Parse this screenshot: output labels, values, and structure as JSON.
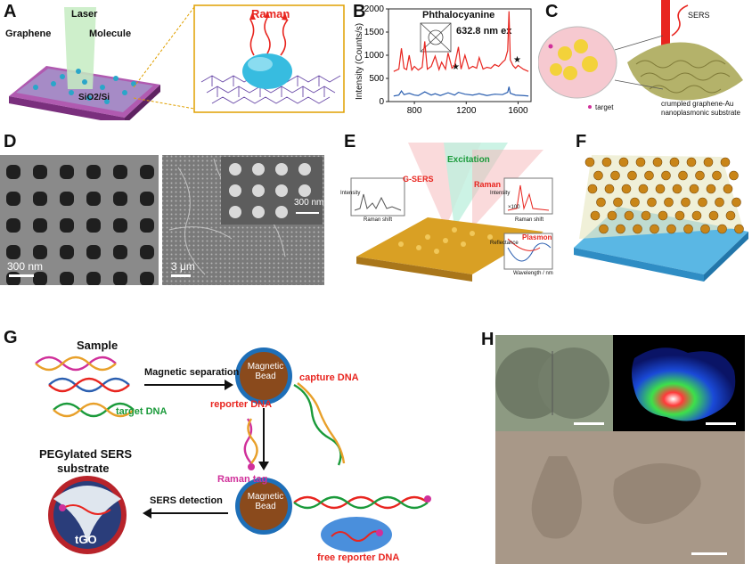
{
  "figure": {
    "panels": {
      "A": {
        "letter": "A",
        "laser": "Laser",
        "graphene": "Graphene",
        "molecule": "Molecule",
        "substrate": "SiO2/Si",
        "raman": "Raman"
      },
      "B": {
        "letter": "B",
        "compound": "Phthalocyanine",
        "excitation": "632.8 nm ex"
      },
      "C": {
        "letter": "C",
        "sers": "SERS",
        "target": "target",
        "substrate_label_1": "crumpled graphene-Au",
        "substrate_label_2": "nanoplasmonic substrate"
      },
      "D": {
        "letter": "D",
        "scale_left": "300 nm",
        "scale_right": "3 μm",
        "scale_inset": "300 nm"
      },
      "E": {
        "letter": "E",
        "excitation": "Excitation",
        "gsers": "G-SERS",
        "raman": "Raman",
        "intensity": "Intensity",
        "raman_shift_left": "Raman shift",
        "raman_shift_right": "Raman shift",
        "x100": "×100",
        "plasmon": "Plasmon",
        "reflectance": "Reflectance",
        "wavelength": "Wavelength / nm"
      },
      "F": {
        "letter": "F"
      },
      "G": {
        "letter": "G",
        "sample": "Sample",
        "target_dna": "target DNA",
        "magnetic_separation": "Magnetic separation",
        "bead_1": "Magnetic Bead",
        "capture_dna": "capture DNA",
        "reporter_dna": "reporter DNA",
        "raman_tag": "Raman tag",
        "pegylated_1": "PEGylated SERS",
        "pegylated_2": "substrate",
        "sers_detection": "SERS detection",
        "tgo": "tGO",
        "bead_2": "Magnetic Bead",
        "free_reporter": "free reporter DNA"
      },
      "H": {
        "letter": "H"
      }
    },
    "colors": {
      "red": "#e8251f",
      "green": "#1a9a3a",
      "magenta": "#d0309a",
      "blue": "#2b5fb0",
      "substrate": "#8d3a8f",
      "bead": "#8a4a1c"
    }
  },
  "chart_data": {
    "type": "line",
    "title": "Phthalocyanine",
    "xlabel": "",
    "ylabel": "Intensity (Counts/s)",
    "xlim": [
      600,
      1700
    ],
    "ylim": [
      0,
      2000
    ],
    "xticks": [
      800,
      1200,
      1600
    ],
    "yticks": [
      0,
      500,
      1000,
      1500,
      2000
    ],
    "series": [
      {
        "color": "#e8251f",
        "x": [
          640,
          680,
          700,
          720,
          740,
          760,
          780,
          800,
          830,
          860,
          880,
          900,
          930,
          960,
          990,
          1010,
          1040,
          1060,
          1090,
          1110,
          1140,
          1160,
          1190,
          1220,
          1250,
          1280,
          1300,
          1330,
          1360,
          1390,
          1420,
          1450,
          1480,
          1500,
          1520,
          1530,
          1540,
          1560,
          1580,
          1600,
          1640,
          1680
        ],
        "y": [
          650,
          700,
          1150,
          720,
          690,
          1000,
          680,
          760,
          680,
          740,
          1300,
          700,
          760,
          980,
          690,
          850,
          700,
          1050,
          720,
          780,
          1180,
          700,
          1000,
          710,
          760,
          720,
          950,
          700,
          740,
          720,
          800,
          760,
          850,
          900,
          1100,
          1950,
          900,
          780,
          720,
          780,
          700,
          650
        ]
      },
      {
        "color": "#2b5fb0",
        "x": [
          640,
          680,
          700,
          720,
          760,
          800,
          830,
          880,
          930,
          960,
          1000,
          1060,
          1110,
          1140,
          1190,
          1250,
          1300,
          1360,
          1420,
          1480,
          1520,
          1530,
          1540,
          1580,
          1640,
          1680
        ],
        "y": [
          120,
          140,
          230,
          150,
          180,
          140,
          130,
          210,
          140,
          170,
          130,
          190,
          140,
          200,
          160,
          140,
          170,
          130,
          160,
          150,
          200,
          320,
          180,
          140,
          130,
          120
        ]
      }
    ]
  }
}
